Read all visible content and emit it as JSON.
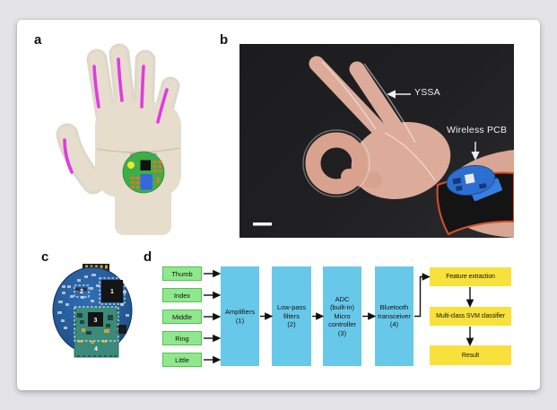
{
  "panels": {
    "a": {
      "label": "a"
    },
    "b": {
      "label": "b",
      "annotation_yssa": "YSSA",
      "annotation_pcb": "Wireless PCB"
    },
    "c": {
      "label": "c",
      "numbers": [
        "1",
        "2",
        "3",
        "4"
      ]
    },
    "d": {
      "label": "d",
      "inputs": [
        "Thumb",
        "Index",
        "Middle",
        "Ring",
        "Little"
      ],
      "blocks": [
        "Amplifiers\n(1)",
        "Low-pass\nfilters\n(2)",
        "ADC\n(built-in)\nMicro\ncontroller\n(3)",
        "Bluetooth\ntransceiver\n(4)"
      ],
      "outputs": [
        "Feature extraction",
        "Multi-class SVM classifier",
        "Result"
      ]
    }
  },
  "colors": {
    "input_green": "#90e88c",
    "process_blue": "#68c8ea",
    "output_yellow": "#f9e13c",
    "sensor_magenta": "#e03ce0",
    "hand_pcb_green": "#3ead49",
    "wireless_pcb_blue": "#2d6fd1",
    "photo_background": "#1d1d1f"
  }
}
